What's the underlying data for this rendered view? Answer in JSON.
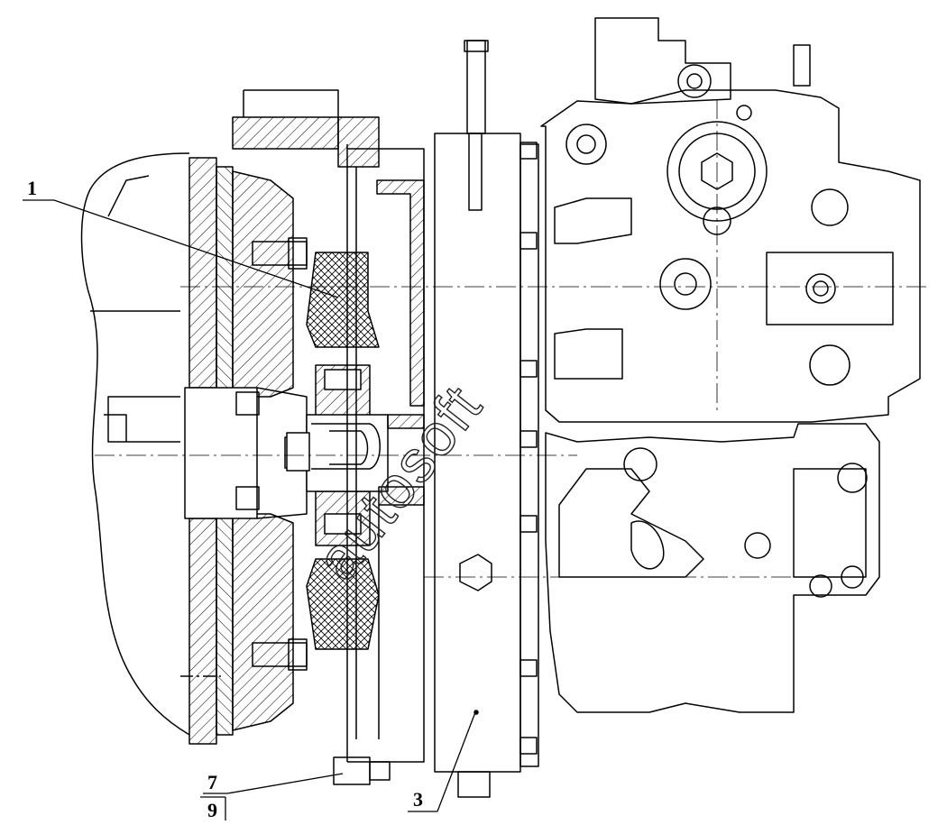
{
  "callouts": {
    "c1": "1",
    "c3": "3",
    "c7": "7",
    "c9": "9"
  },
  "watermark": "autosoft",
  "colors": {
    "ink": "#000000",
    "paper": "#ffffff"
  }
}
